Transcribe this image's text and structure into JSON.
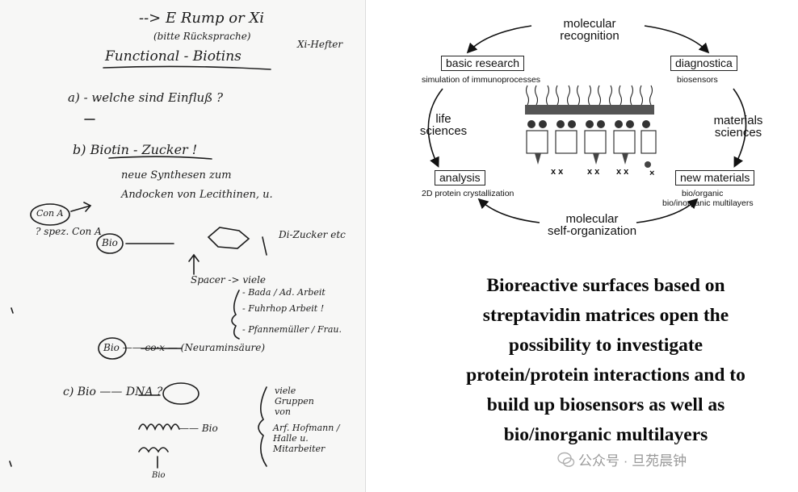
{
  "notes": {
    "lines": [
      "--> E Rump or Xi",
      "(bitte Rücksprache)",
      "Xi-Hefter",
      "Functional - Biotins",
      "a) - welche sind Einfluß ?",
      "b) Biotin - Zucker !",
      "neue Synthesen zum",
      "Andocken von Lecithinen, u.",
      "Con A",
      "? spez. Con A",
      "Bio",
      "Di-Zucker etc",
      "Spacer -> viele",
      "- Bada / Ad. Arbeit",
      "- Fuhrhop Arbeit !",
      "- Pfannemüller / Frau.",
      "Bio —— co·x — (Neuraminsäure)",
      "c) Bio —— DNA ?",
      "viele Gruppen von",
      "Arf. Hofmann / Halle u. Mitarbeiter",
      "—— Bio",
      "Bio"
    ]
  },
  "diagram": {
    "top_label": "molecular\nrecognition",
    "bottom_label": "molecular\nself-organization",
    "left_label": "life\nsciences",
    "right_label": "materials\nsciences",
    "boxes": {
      "basic_research": "basic research",
      "diagnostica": "diagnostica",
      "analysis": "analysis",
      "new_materials": "new materials"
    },
    "subs": {
      "basic_research": "simulation of immunoprocesses",
      "diagnostica": "biosensors",
      "analysis": "2D protein crystallization",
      "new_materials_1": "bio/organic",
      "new_materials_2": "bio/inorganic multilayers"
    }
  },
  "caption": {
    "lines": [
      "Bioreactive surfaces based on",
      "streptavidin matrices open the",
      "possibility to investigate",
      "protein/protein interactions and to",
      "build up biosensors as well as",
      "bio/inorganic multilayers"
    ]
  },
  "watermark": "公众号 · 旦苑晨钟",
  "colors": {
    "ink": "#1c1c1c",
    "paper": "#f7f7f6",
    "watermark": "#9a9a9a"
  }
}
